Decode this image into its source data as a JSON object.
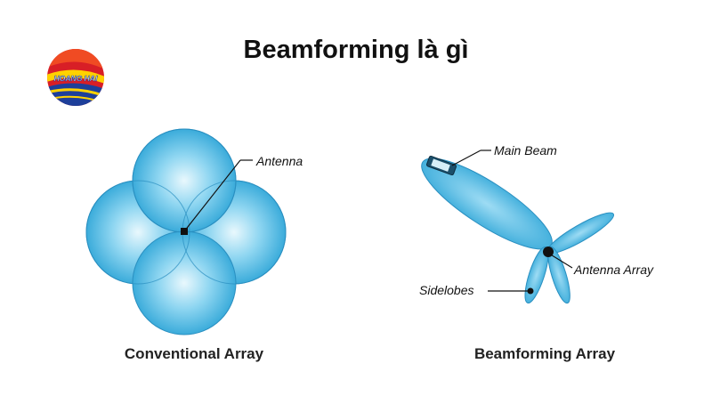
{
  "title": "Beamforming là gì",
  "logo": {
    "text": "HOANG HAI"
  },
  "conventional": {
    "caption": "Conventional Array",
    "antenna_label": "Antenna"
  },
  "beamforming": {
    "caption": "Beamforming Array",
    "main_beam_label": "Main Beam",
    "antenna_array_label": "Antenna Array",
    "sidelobes_label": "Sidelobes"
  },
  "colors": {
    "lobe_fill": "#3fb4df",
    "lobe_light": "#a9e2f5",
    "lobe_stroke": "#2a8fc0",
    "text": "#111111"
  }
}
